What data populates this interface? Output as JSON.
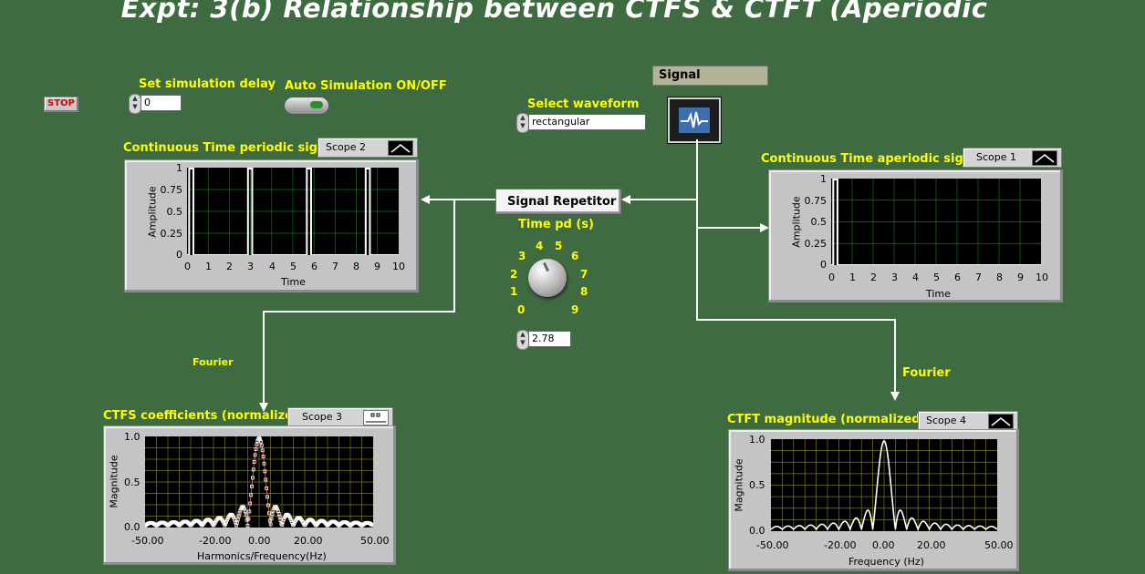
{
  "title": "Expt: 3(b) Relationship between CTFS & CTFT (Aperiodic",
  "stop_label": "STOP",
  "delay": {
    "label": "Set simulation delay",
    "value": "0"
  },
  "auto_sim": {
    "label": "Auto Simulation ON/OFF"
  },
  "signal_header": "Signal",
  "waveform": {
    "label": "Select waveform",
    "value": "rectangular"
  },
  "repetitor": {
    "label": "Signal Repetitor",
    "period_label": "Time pd (s)",
    "period_value": "2.78",
    "knob_ticks": [
      "0",
      "1",
      "2",
      "3",
      "4",
      "5",
      "6",
      "7",
      "8",
      "9"
    ]
  },
  "fourier_left": "Fourier",
  "fourier_right": "Fourier",
  "scope2": {
    "caption": "Continuous Time periodic signal",
    "name": "Scope 2",
    "ylabel": "Amplitude",
    "xlabel": "Time",
    "yticks": [
      "1",
      "0.75",
      "0.5",
      "0.25",
      "0"
    ],
    "xticks": [
      "0",
      "1",
      "2",
      "3",
      "4",
      "5",
      "6",
      "7",
      "8",
      "9",
      "10"
    ]
  },
  "scope1": {
    "caption": "Continuous Time aperiodic signal",
    "name": "Scope 1",
    "ylabel": "Amplitude",
    "xlabel": "Time",
    "yticks": [
      "1",
      "0.75",
      "0.5",
      "0.25",
      "0"
    ],
    "xticks": [
      "0",
      "1",
      "2",
      "3",
      "4",
      "5",
      "6",
      "7",
      "8",
      "9",
      "10"
    ]
  },
  "scope3": {
    "caption": "CTFS coefficients (normalized)",
    "name": "Scope 3",
    "ylabel": "Magnitude",
    "xlabel": "Harmonics/Frequency(Hz)",
    "yticks": [
      "1.0",
      "0.5",
      "0.0"
    ],
    "xticks": [
      "-50.00",
      "-20.00",
      "0.00",
      "20.00",
      "50.00"
    ]
  },
  "scope4": {
    "caption": "CTFT magnitude  (normalized)",
    "name": "Scope 4",
    "ylabel": "Magnitude",
    "xlabel": "Frequency (Hz)",
    "yticks": [
      "1.0",
      "0.5",
      "0.0"
    ],
    "xticks": [
      "-50.00",
      "-20.00",
      "0.00",
      "20.00",
      "50.00"
    ]
  },
  "chart_data": [
    {
      "type": "line",
      "title": "Continuous Time periodic signal",
      "xlabel": "Time",
      "ylabel": "Amplitude",
      "xlim": [
        0,
        10
      ],
      "ylim": [
        0,
        1
      ],
      "grid": true,
      "period": 2.78,
      "pulse_width": 0.2,
      "pulse_starts": [
        0.1,
        2.88,
        5.66,
        8.44
      ]
    },
    {
      "type": "line",
      "title": "Continuous Time aperiodic signal",
      "xlabel": "Time",
      "ylabel": "Amplitude",
      "xlim": [
        0,
        10
      ],
      "ylim": [
        0,
        1
      ],
      "grid": true,
      "pulse_width": 0.2,
      "pulse_starts": [
        0.1
      ]
    },
    {
      "type": "scatter",
      "title": "CTFS coefficients (normalized)",
      "xlabel": "Harmonics/Frequency(Hz)",
      "ylabel": "Magnitude",
      "xlim": [
        -50,
        50
      ],
      "ylim": [
        0,
        1
      ],
      "grid": true,
      "pulse_width": 0.2,
      "period": 2.78
    },
    {
      "type": "line",
      "title": "CTFT magnitude  (normalized)",
      "xlabel": "Frequency (Hz)",
      "ylabel": "Magnitude",
      "xlim": [
        -50,
        50
      ],
      "ylim": [
        0,
        1
      ],
      "grid": true,
      "pulse_width": 0.2
    }
  ]
}
